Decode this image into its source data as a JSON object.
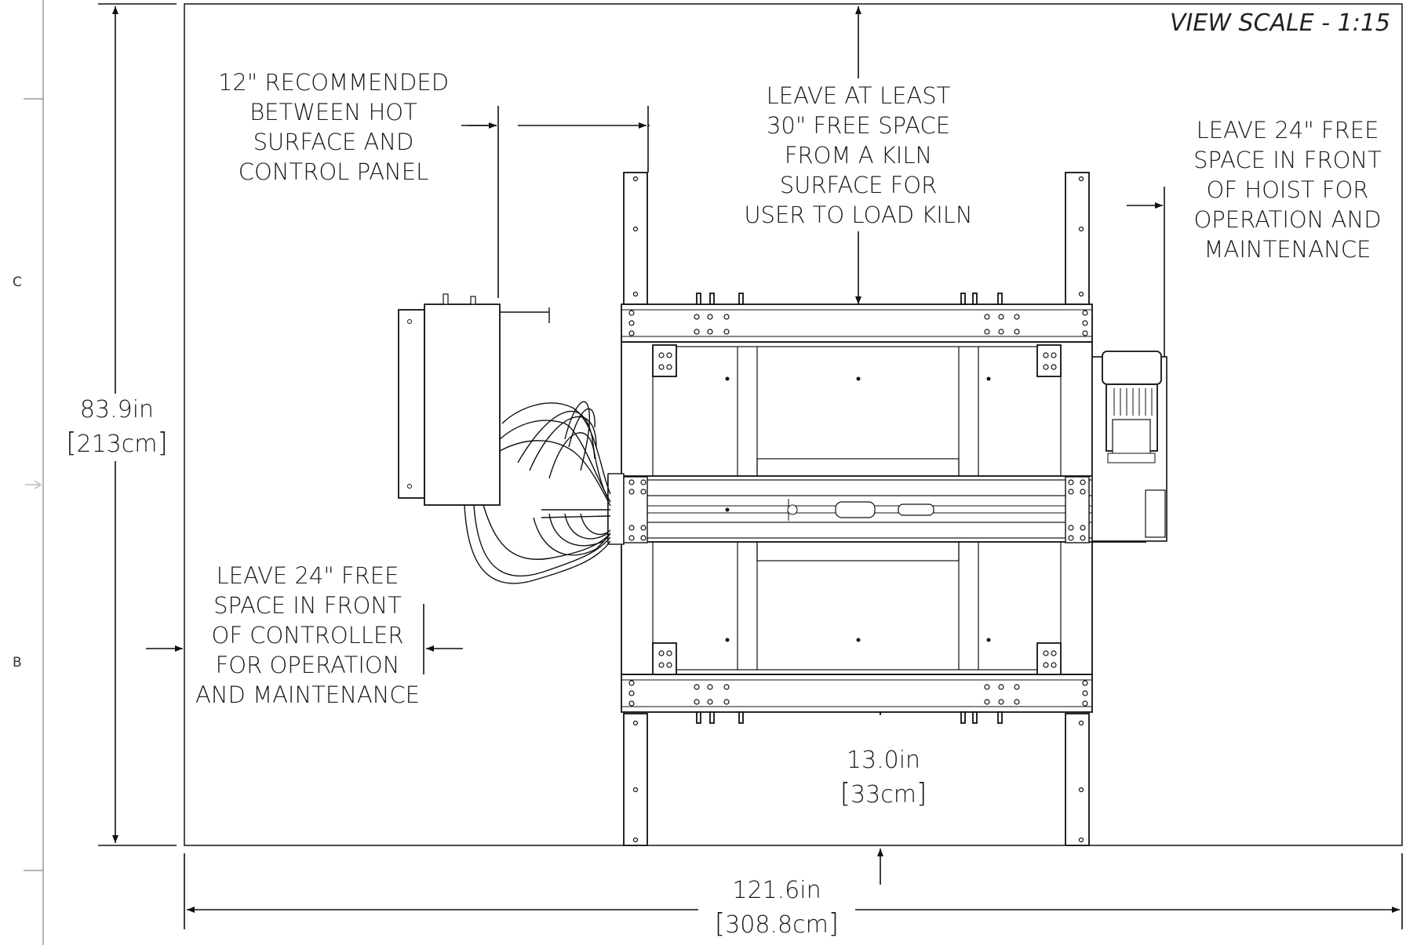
{
  "view_scale": "VIEW SCALE - 1:15",
  "zone_labels": {
    "upper": "C",
    "lower": "B"
  },
  "notes": {
    "control_panel_clearance": [
      "12\" RECOMMENDED",
      "BETWEEN HOT",
      "SURFACE AND",
      "CONTROL PANEL"
    ],
    "kiln_clearance": [
      "LEAVE AT LEAST",
      "30\" FREE SPACE",
      "FROM A KILN",
      "SURFACE FOR",
      "USER TO LOAD KILN"
    ],
    "hoist_clearance": [
      "LEAVE 24\" FREE",
      "SPACE IN FRONT",
      "OF HOIST FOR",
      "OPERATION AND",
      "MAINTENANCE"
    ],
    "controller_clearance": [
      "LEAVE 24\" FREE",
      "SPACE IN FRONT",
      "OF CONTROLLER",
      "FOR OPERATION",
      "AND MAINTENANCE"
    ]
  },
  "dimensions": {
    "height": {
      "imperial": "83.9in",
      "metric": "213cm"
    },
    "width": {
      "imperial": "121.6in",
      "metric": "308.8cm"
    },
    "offset": {
      "imperial": "13.0in",
      "metric": "33cm"
    }
  }
}
